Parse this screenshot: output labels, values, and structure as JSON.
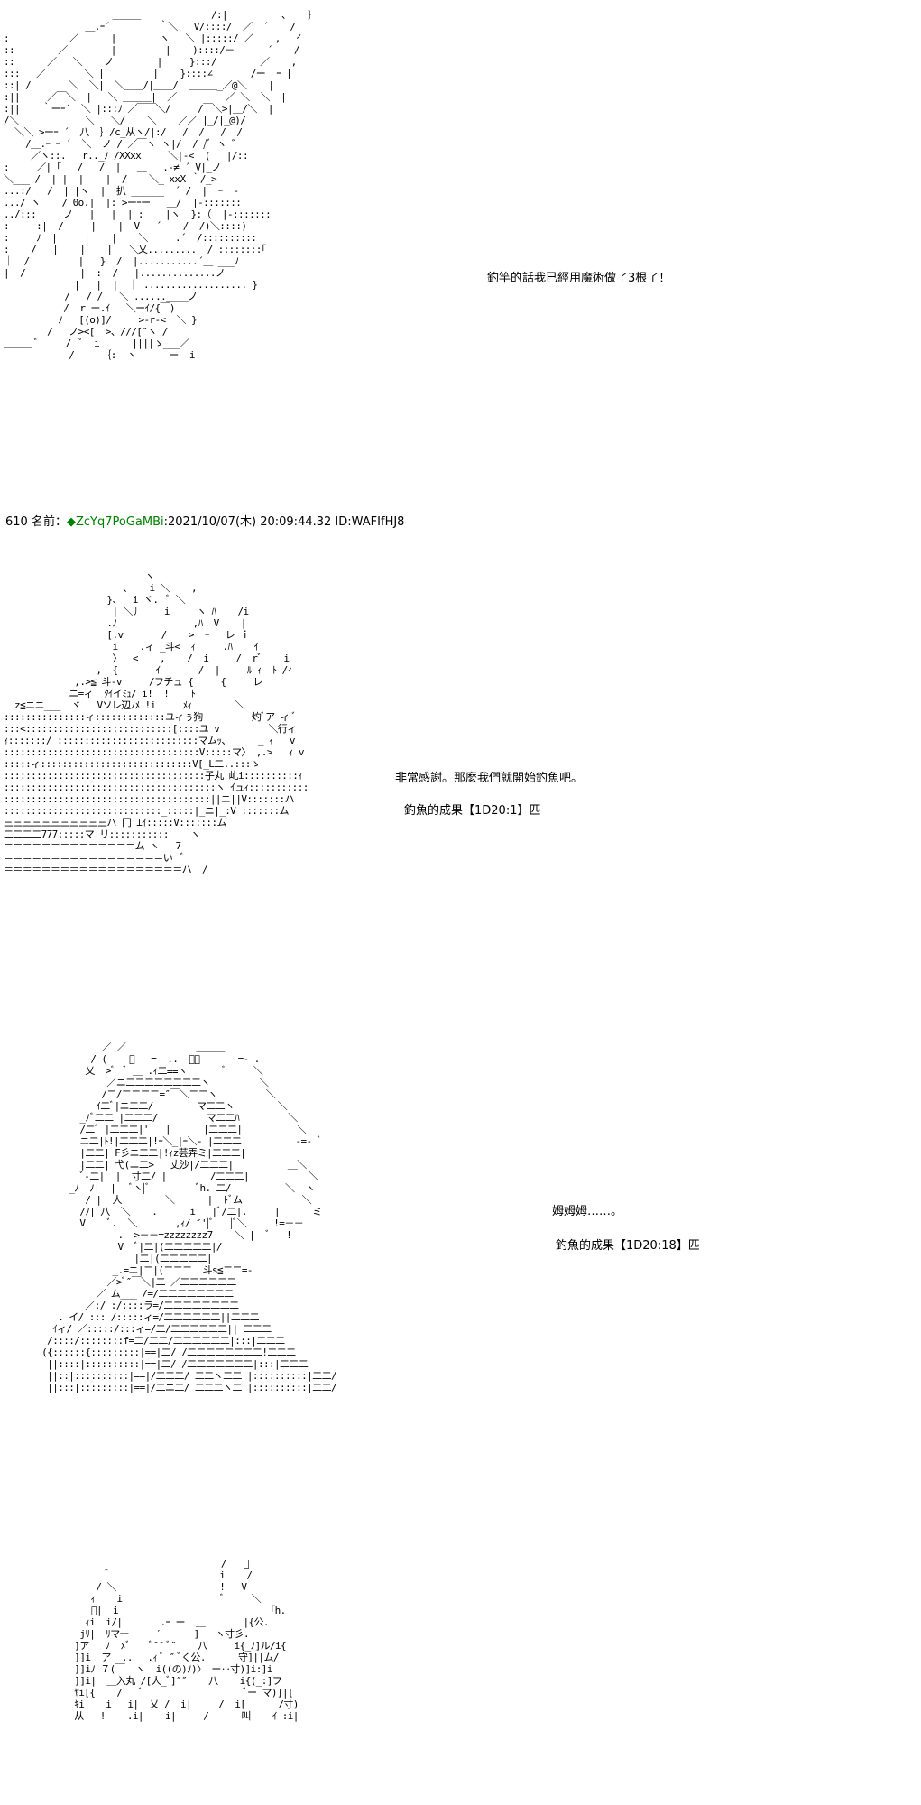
{
  "post_header": {
    "number": "610",
    "name_label": "名前：",
    "trip": "◆ZcYq7PoGaMBi",
    "datetime": "2021/10/07(木) 20:09:44.32",
    "id": "ID:WAFIfHJ8"
  },
  "dialogues": [
    {
      "text": "釣竿的話我已經用魔術做了3根了！"
    },
    {
      "text": "非常感謝。那麼我們就開始釣魚吧。"
    },
    {
      "text": "釣魚的成果【1D20:1】匹"
    },
    {
      "text": "姆姆姆……。"
    },
    {
      "text": "釣魚的成果【1D20:18】匹"
    }
  ],
  "ascii_art": {
    "block1": "                    ＿＿＿             /:|          ､    ｝\n               ＿.ｰ´         ｀＼   V/::::/  ／  ´    /\n:           ／      |        ヽ   ＼ |:::::/ ／    ,   ｲ\n::        ／        |         |    )::::/－      ´    /\n::      ／   ＼    ノ        |     }:::/        ／    ,\n:::   ／       ＼ |___      |____}::::∠       /ー  ｰ |\n::| /       ＼  ＼|  ＼＿＿/|＿＿/  ＿＿＿_／@＼    |\n:||     ／￣＼  |   ＼ ＿＿＿|  ／         ／ ＼  ＼  |\n:||    ｀ーｰ´  ＼ |:::ﾉ ／￣￣＼/     /￣＼>|＿/＼  |\n/＼    ＿＿＿   ＼   ＼/    ＼    ／／ |_/|_@)/\n  ＼＼ >ーｰ ´  八  ｝/c_从ヽ/|:/   /  /   /  /\n    /＿.ｰ ｰ ´  ＼  ノ / ／￣ヽ ヽ|/  / /ﾞ ヽ ゛\n     ／ヽ::.   r.._ﾉ /XXxx     ＼|-<  (   |/::\n:     ／| ｢   /   /  |   ＿   .-≠ ´ V|_ノ\n＼___ /  | |  |    |  /    ＼_ xxX ｀/_>\n...:/   /  | |ヽ  |  扒 ______  ´ /  |  ｰ  -\n.../ ヽ    / 0o.|  |: >ーｰー   ＿/  |-:::::::\n../:::     ノ   |   |  | :    |ヽ  }:（  |-:::::::\n:     :|  /     |    |  V   ´    /  /)＼::::)\n:     ﾉ  |     |    |    ＼     .´  /::::::::::\n:    /   |    |    |   ＼乂.........__/ ::::::::｢\n｜  /         |   }  /  |...........´＿ ___ﾉ\n|  /          |  :  /   |..............ノ\n             |   |  |  ｜ ................... }\n＿＿＿      /   / /   ＼ ......____ノ\n           /  r ー.ｲ   ＼ーｲ/{￣)\n          ﾉ   [(o)]/     >-r-<  ＼ }\n        /   ノ><[  >、///[″ヽ /\n＿＿＿ ﾞ     /  ﾞ  i      ||||ゝ___／\n            /     ｛:  ヽ      ー  i",
    "block2": "                          ヽ\n                      ､    i ＼    ,\n                   }、  i ヾ.  ﾞ ＼\n                    | ＼ﾘ     i     ヽ ﾊ    /i\n                   .ﾉ              ,ﾊ  V    |\n                   [.v       /    >  ｰ   レ ｉ\n                    i    .ィ _斗<  ｨ     .ﾊ    ｲ\n                    〉  <    ,    /  i     /  rﾞ    i\n                 ,  {       ｲ       /  |     ﾙ ｨ  ﾄ /ｨ\n             ,.>≦ 斗-v     /フチュ {     {     レ\n            ニ=ィ  ｸｲイﾐｭ/ i!  !    ﾄ\n  z≦ニニ___  ヾ   Vソレ辺ﾉﾒ !i     ﾒｨ        ＼\n:::::::::::::::ィ:::::::::::::ユィぅ狗         灼ﾞア ィ ﾞ\n:::<:::::::::::::::::::::::::::[::::ユ v         ＼行ィ\nｨ:::::::/ ::::::::::::::::::::::::::マムｯ、     _ ｨ   v\n::::::::::::::::::::::::::::::::::::V:::::マ〉 ,.>   ｨ v\n:::::ィ::::::::::::::::::::::::::::V[_L二..:::ゝ\n:::::::::::::::::::::::::::::::::::::子丸 乢i::::::::::ｨ\n:::::::::::::::::::::::::::::::::::::::ヽ ｲュｨ:::::::::::\n::::::::::::::::::::::::::::::::::::::||ニ||V:::::::ハ\n:::::::::::::::::::::::::::::_:::::|_ニ|_:V :::::::ム\n三三三三三三三三三三三ハ 冂 ⊥ｲ:::::V:::::::ム\n二二二二777:::::マ|リ:::::::::::    ヽ\n＝＝＝＝＝＝＝＝＝＝＝＝＝＝ム ヽ   7\n＝＝＝＝＝＝＝＝＝＝＝＝＝＝＝＝＝い  ﾞ\n＝＝＝＝＝＝＝＝＝＝＝＝＝＝＝＝＝＝＝ハ  /",
    "block3": "                  ／ ／             ＿＿＿\n                / (    ﾞ   =  ..  ＿＿       =- .\n               乂  >ﾞ  ﾞ ＿ .ｨ二≡≡ヽ       ﾞ     ＼\n                   ／ニ二二二二二二二二ヽ         ＼\n                  /二/二二二二=″￣＼二二ヽ         ＼\n                 ｲ二ﾞ|ニ二二/        マ二二ヽ        ＼\n              _ﾉﾞ二二 |二二二/         マ二二ﾊ         ＼\n              /二ﾞ |二二二|'   |      |二二二|          ＼\n              ニ二|ﾄ!|二二二|!ｰ＼_|ｰ＼- |二二二|         -=- ﾞ\n              |二二| F彡ニ二二|!ｨz芸弄ミ|二二二|\n              |二二| 弋(ニ二>   丈沙|/二二二|          ＿＼\n              ﾞ-二|  |  寸二/ |        /二二二|           ＼\n            _ﾉ  ﾉ|  |   ﾞヽ|ﾞ         ﾞh. 二/          ＼  ヽ\n               / |  人        ＼      |  ﾄﾞム           ＼\n              /ﾉ| 八  ＼    .      i   |ﾞ/二|.     |      ミ\n              V    ﾞ.  ＼       ,ｨ/ ″'|ﾞ   |ﾞ＼     !=－－\n                     .  >－－=zzzzzzzz7    ＼ |  ﾞ   !\n                     V  ﾞ|二|(二二二二二|/\n                        |二|(二二二二二|_\n                    _.=ニ|二|(二二二  斗s≦二二=-\n                   ／>ﾞ″￣＼|二 ／二二二二二二\n                 ／ ム___ /=/二二二二二二二二\n               ／:/ :/::::ラ=/二二二二二二二二\n          . イ/ ::: /:::::ィ=/二二二二二二||二二二\n         ｲィ/ ／:::::/:::ィ=/二/二二二二二二|| 二二二\n        /::::/::::::::f=二/二二/二二二二二二|:::|二二二\n       ({::::::{:::::::::|==|二/ /二二二二二二二二!二二二\n        ||::::|::::::::::|==|二/ /二二二二二二二|:::|二二二\n        ||::|::::::::::|==|/二二二/ 二二ヽ二二 |::::::::::|二二/\n        ||:::|:::::::::|==|/二ニ二/ 二二二ヽ二 |::::::::::|二二/",
    "block4": "                                        /   ﾞ\n                  ＾                    i    /\n                 / ＼                   !   V\n                ｨ    i                  ﾞ     ＼\n                ﾞ|  i                            ｢h.\n               ｨi  i/|       .ｰ ー  ＿       |{公.\n              jﾘ|  ﾘマｰｰ     ′      ]   ヽ寸彡.\n             ]ア   ﾉ  ﾒﾞ    ﾞ″″ ﾞ″    八     i{_ﾉ]ル/i{\n             ]]i  ア  .. ＿.ｨ ﾞ ″ ﾞく公.      守]||ム/\n             ]]iﾉ ７(￣  ヽ  i((の)ﾉ)〉 ー‥寸)]i:]i\n             ]]i|  ＿入丸 /[人_ﾞ]″″    八    i{(_:]フ\n             ﾔi[{    /   ﾞ                   ﾞー マ)]|[\n             ｷi|   i   i|  乂 /  i|     /  i[      /寸)\n             从   !    .i|    i|     /      叫    ｲ :i|"
  }
}
